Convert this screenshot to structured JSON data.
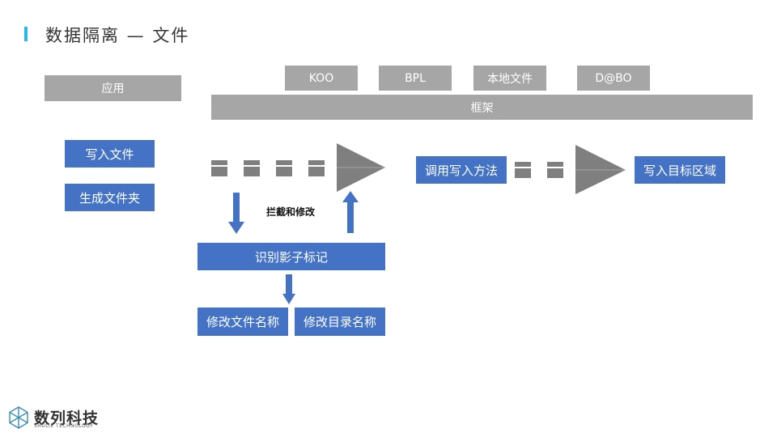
{
  "title": "数据隔离 — 文件",
  "boxes": {
    "app": "应用",
    "koo": "KOO",
    "bpl": "BPL",
    "local_file": "本地文件",
    "dbo": "D@BO",
    "framework": "框架",
    "write_file": "写入文件",
    "create_folder": "生成文件夹",
    "call_write_method": "调用写入方法",
    "write_target_area": "写入目标区域",
    "identify_shadow_mark": "识别影子标记",
    "rename_file": "修改文件名称",
    "rename_directory": "修改目录名称"
  },
  "intercept_label": "拦截和修改",
  "logo": {
    "name": "数列科技",
    "subtitle": "SHULIE TECHNOLOGY"
  },
  "colors": {
    "accent": "#29b6e8",
    "blue": "#4472c4",
    "gray": "#a6a6a6",
    "dark_gray": "#7f7f7f"
  }
}
